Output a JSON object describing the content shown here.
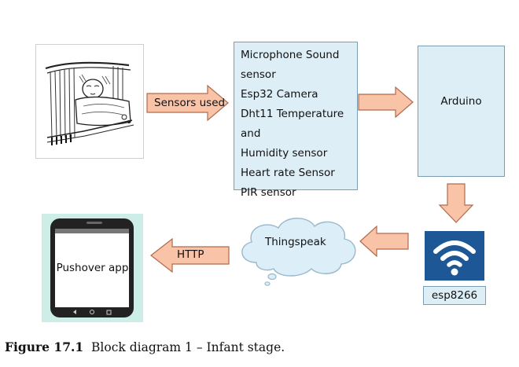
{
  "diagram": {
    "arrow_sensors_label": "Sensors used",
    "sensors_box": {
      "lines": [
        "Microphone Sound",
        "sensor",
        "Esp32 Camera",
        "Dht11 Temperature and",
        "Humidity sensor",
        "Heart rate Sensor",
        "PIR sensor"
      ]
    },
    "arduino_label": "Arduino",
    "wifi_label": "esp8266",
    "cloud_label": "Thingspeak",
    "arrow_http_label": "HTTP",
    "phone_label": "Pushover app"
  },
  "caption": {
    "prefix": "Figure 17.1",
    "text": "Block diagram 1 – Infant stage."
  },
  "colors": {
    "box_fill": "#deeef6",
    "box_border": "#7a9fb3",
    "arrow_fill": "#f9c3a8",
    "arrow_stroke": "#b06a4a",
    "cloud_fill": "#dceef8",
    "cloud_stroke": "#9ab8cc",
    "wifi_bg": "#1d5796",
    "phone_bg": "#cdeee6"
  }
}
